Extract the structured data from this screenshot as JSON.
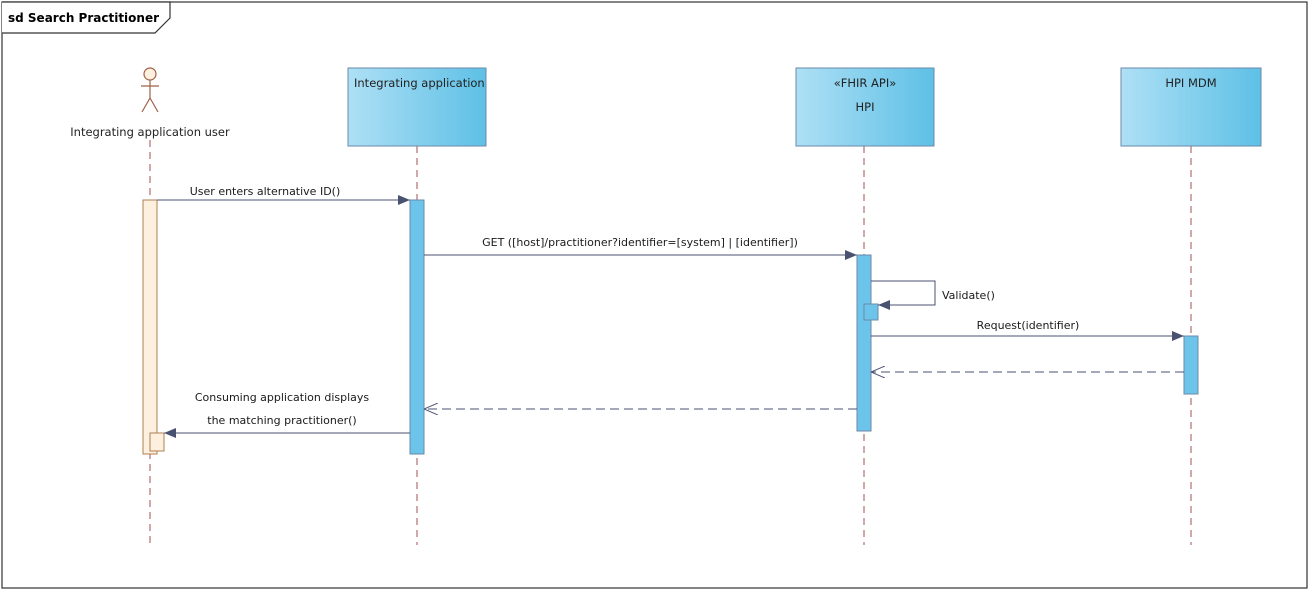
{
  "frame": {
    "title": "sd Search Practitioner"
  },
  "participants": [
    {
      "id": "user",
      "kind": "actor",
      "name": "Integrating application user"
    },
    {
      "id": "app",
      "kind": "box",
      "stereotype": "",
      "name": "Integrating application"
    },
    {
      "id": "hpi",
      "kind": "box",
      "stereotype": "«FHIR API»",
      "name": "HPI"
    },
    {
      "id": "mdm",
      "kind": "box",
      "stereotype": "",
      "name": "HPI MDM"
    }
  ],
  "messages": [
    {
      "id": "m1",
      "label": "User enters alternative ID()",
      "style": "sync"
    },
    {
      "id": "m2",
      "label": "GET ([host]/practitioner?identifier=[system] | [identifier])",
      "style": "sync"
    },
    {
      "id": "m3",
      "label": "Validate()",
      "style": "self"
    },
    {
      "id": "m4",
      "label": "Request(identifier)",
      "style": "sync"
    },
    {
      "id": "m5",
      "label": "",
      "style": "return"
    },
    {
      "id": "m6",
      "label": "",
      "style": "return"
    },
    {
      "id": "m7",
      "lines": [
        "Consuming application displays",
        "the matching practitioner()"
      ],
      "style": "sync"
    }
  ],
  "colors": {
    "lifeline": "#a05050",
    "arrow": "#3a4060",
    "box_fill_light": "#aee0f5",
    "box_fill_dark": "#5ec0e6",
    "box_stroke": "#6a8aa8",
    "activation_fill": "#6cc4ea",
    "actor_activation_fill": "#fdf0df",
    "actor_activation_stroke": "#b08050"
  }
}
